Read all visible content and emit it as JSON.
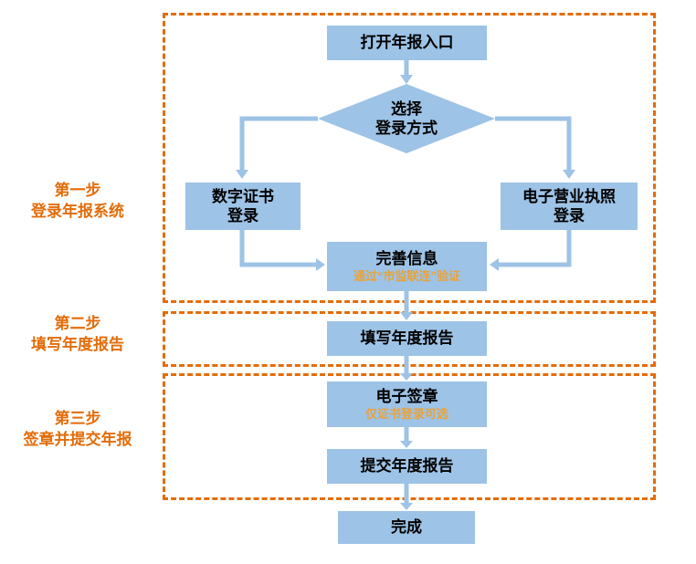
{
  "colors": {
    "box_fill": "#9DC3E6",
    "arrow": "#9DC3E6",
    "dashed_border": "#E36C09",
    "step_label_text": "#E36C09",
    "note_text": "#E8A33D",
    "node_text": "#000000"
  },
  "steps": [
    {
      "label_line1": "第一步",
      "label_line2": "登录年报系统"
    },
    {
      "label_line1": "第二步",
      "label_line2": "填写年度报告"
    },
    {
      "label_line1": "第三步",
      "label_line2": "签章并提交年报"
    }
  ],
  "nodes": {
    "open_entry": "打开年报入口",
    "choose_line1": "选择",
    "choose_line2": "登录方式",
    "cert_line1": "数字证书",
    "cert_line2": "登录",
    "license_line1": "电子营业执照",
    "license_line2": "登录",
    "complete_info": "完善信息",
    "complete_info_note": "通过“市监联连”验证",
    "fill_report": "填写年度报告",
    "esign": "电子签章",
    "esign_note": "仅证书登录可选",
    "submit_report": "提交年度报告",
    "done": "完成"
  }
}
